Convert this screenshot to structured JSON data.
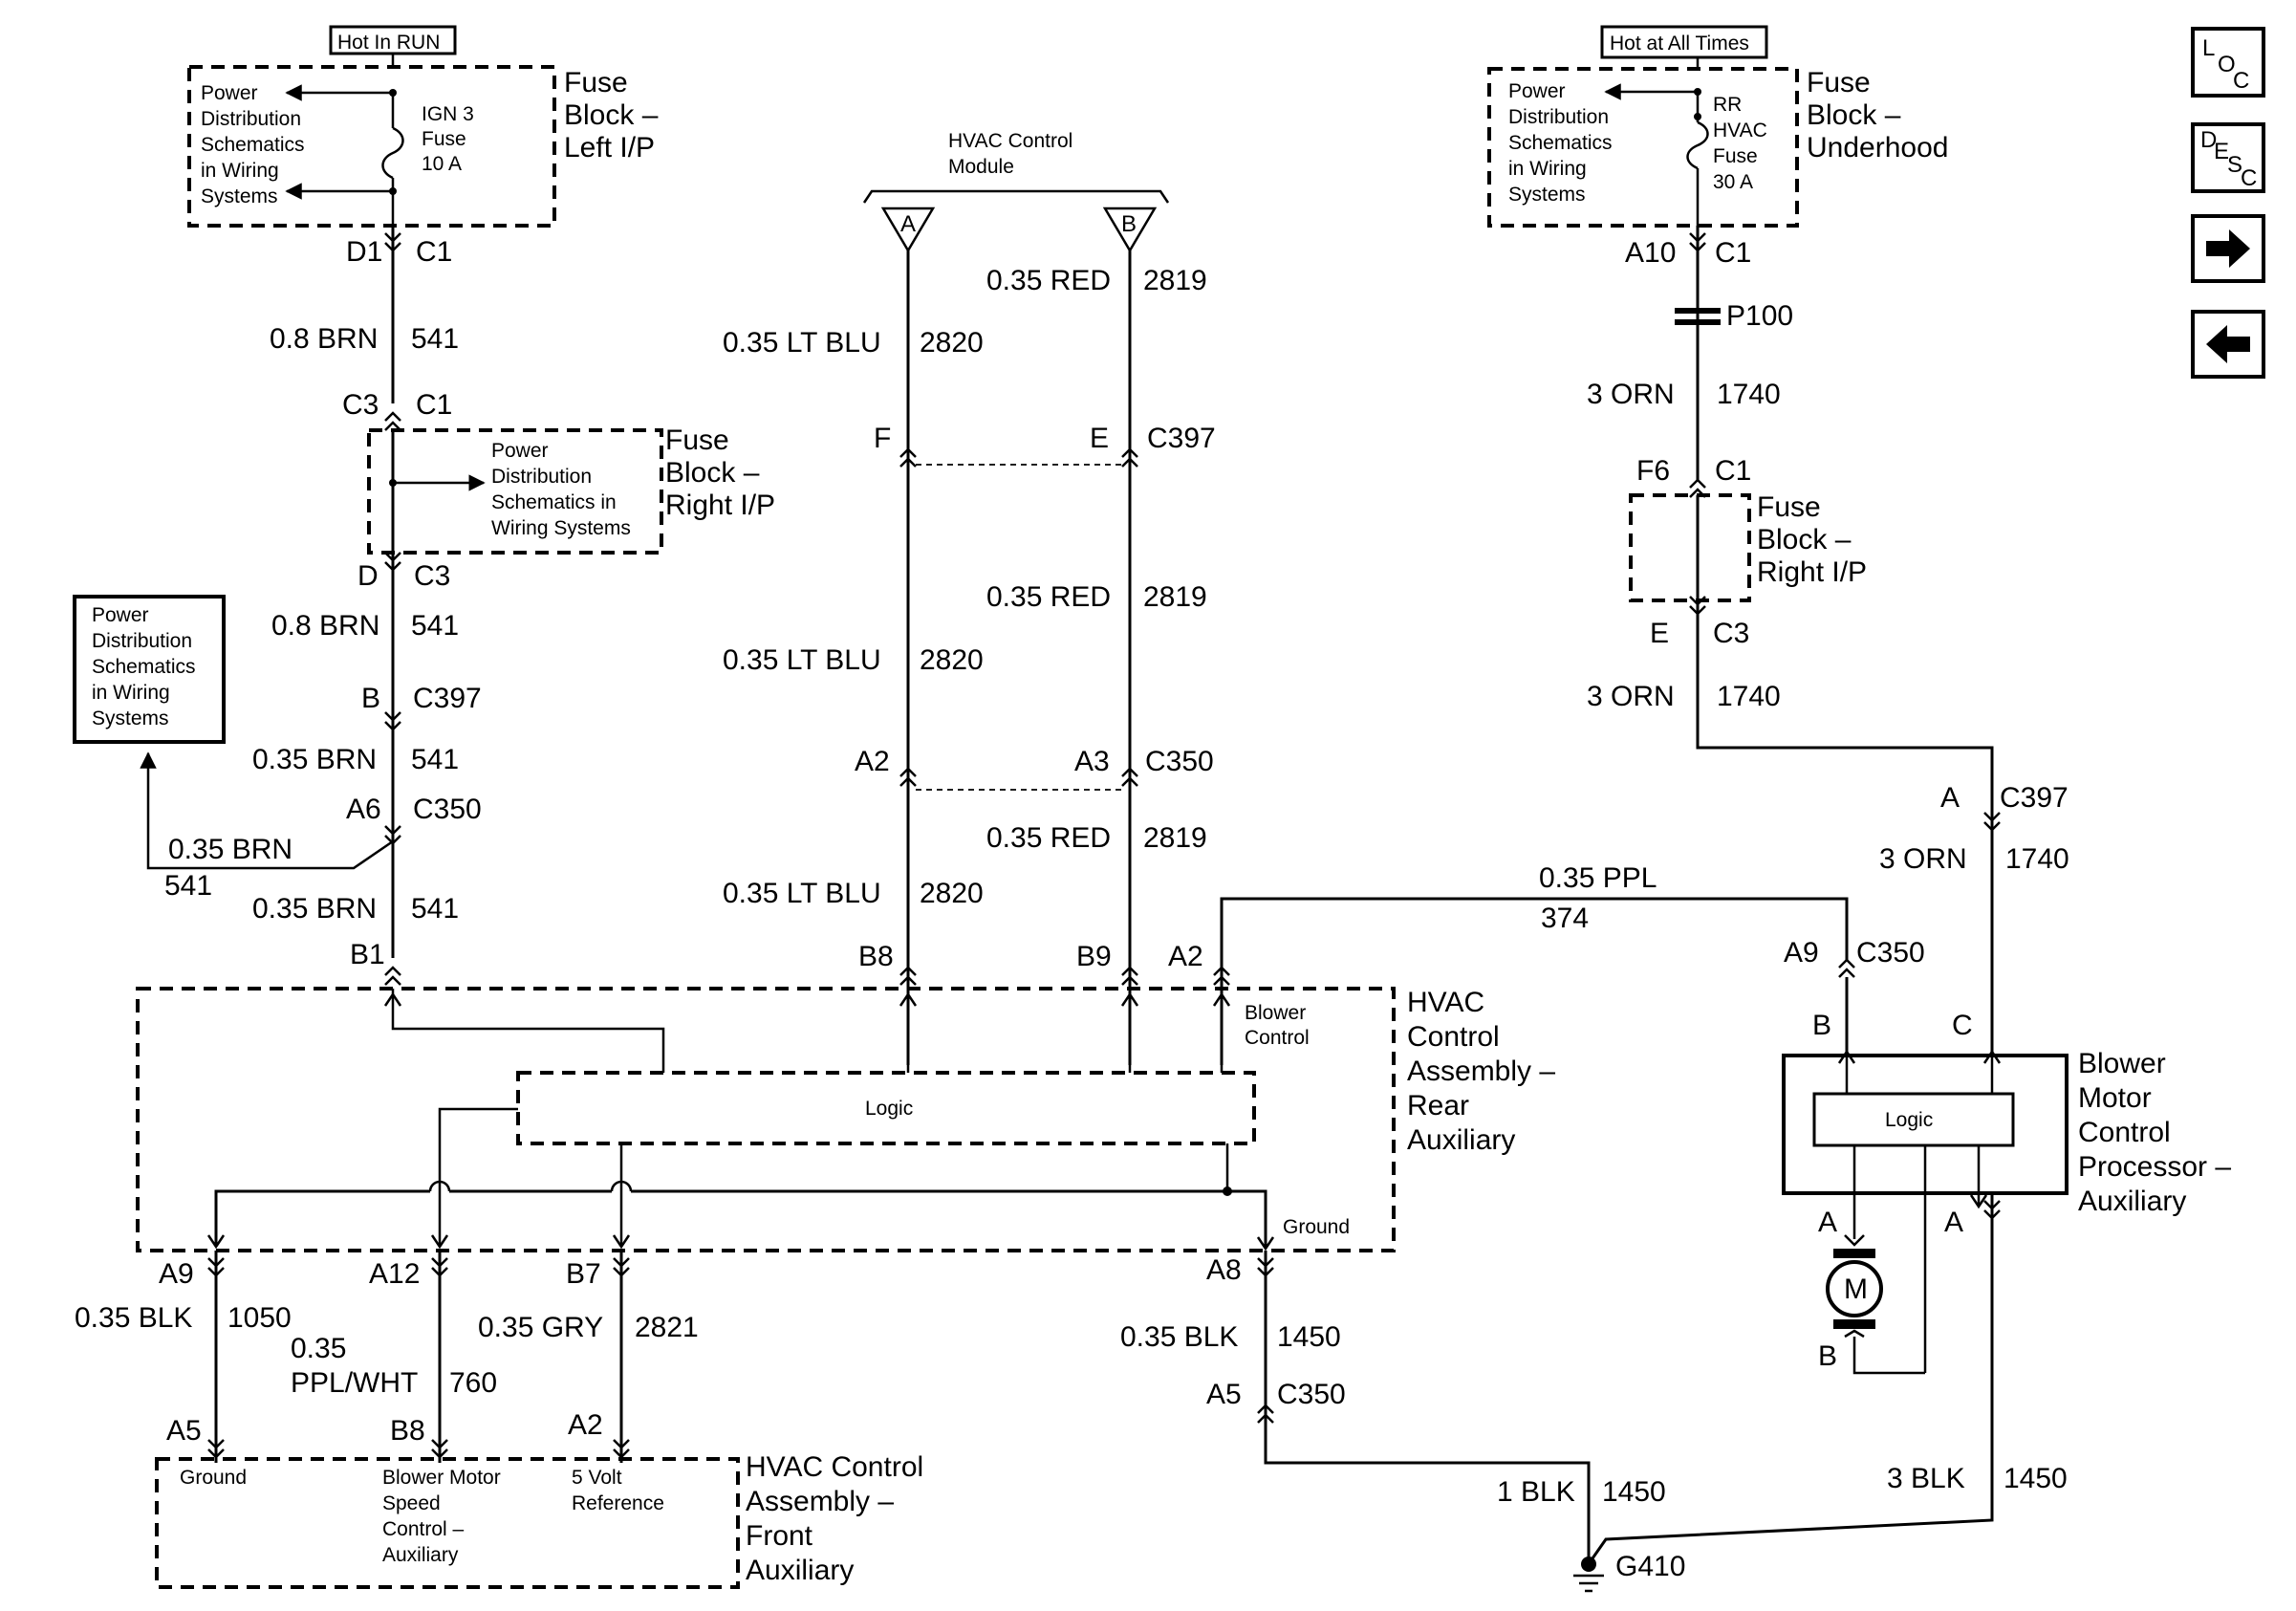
{
  "header": {
    "hot_in_run": "Hot In RUN",
    "hot_at_all_times": "Hot at All Times"
  },
  "nav": {
    "loc": [
      "L",
      "O",
      "C"
    ],
    "desc": [
      "D",
      "E",
      "S",
      "C"
    ],
    "next_icon": "right-arrow-icon",
    "prev_icon": "left-arrow-icon"
  },
  "fuse_left": {
    "pds": [
      "Power",
      "Distribution",
      "Schematics",
      "in Wiring",
      "Systems"
    ],
    "fuse": [
      "IGN 3",
      "Fuse",
      "10 A"
    ],
    "block": [
      "Fuse",
      "Block –",
      "Left I/P"
    ]
  },
  "fuse_underhood": {
    "pds": [
      "Power",
      "Distribution",
      "Schematics",
      "in Wiring",
      "Systems"
    ],
    "fuse": [
      "RR",
      "HVAC",
      "Fuse",
      "30 A"
    ],
    "block": [
      "Fuse",
      "Block –",
      "Underhood"
    ]
  },
  "fuse_right_ip_a": {
    "pds": [
      "Power",
      "Distribution",
      "Schematics in",
      "Wiring Systems"
    ],
    "block": [
      "Fuse",
      "Block –",
      "Right I/P"
    ]
  },
  "fuse_right_ip_b": {
    "block": [
      "Fuse",
      "Block –",
      "Right I/P"
    ]
  },
  "pds_standalone": [
    "Power",
    "Distribution",
    "Schematics",
    "in Wiring",
    "Systems"
  ],
  "hvac_module": {
    "title": [
      "HVAC Control",
      "Module"
    ],
    "conn_a": "A",
    "conn_b": "B"
  },
  "left_circuit": {
    "d1": "D1",
    "c1a": "C1",
    "w1": "0.8 BRN",
    "n1": "541",
    "c3": "C3",
    "c1b": "C1",
    "d": "D",
    "c3b": "C3",
    "w2": "0.8 BRN",
    "n2": "541",
    "b": "B",
    "c397": "C397",
    "w3": "0.35 BRN",
    "n3": "541",
    "a6": "A6",
    "c350": "C350",
    "branch_w": "0.35 BRN",
    "branch_n": "541",
    "w4": "0.35 BRN",
    "n4": "541",
    "b1": "B1"
  },
  "middle_circuit": {
    "red_w": "0.35 RED",
    "red_n": "2819",
    "blu_w": "0.35 LT BLU",
    "blu_n": "2820",
    "f": "F",
    "e": "E",
    "c397": "C397",
    "a2": "A2",
    "a3": "A3",
    "c350": "C350",
    "b8": "B8",
    "b9": "B9",
    "a2b": "A2"
  },
  "rear_assembly": {
    "title": [
      "HVAC",
      "Control",
      "Assembly –",
      "Rear",
      "Auxiliary"
    ],
    "logic": "Logic",
    "blower_control": [
      "Blower",
      "Control"
    ],
    "ground": "Ground"
  },
  "bottom_circuit": {
    "a9": "A9",
    "a12": "A12",
    "b7": "B7",
    "a8": "A8",
    "blk_w": "0.35 BLK",
    "blk_n": "1050",
    "ppl_w1": "0.35",
    "ppl_w2": "PPL/WHT",
    "ppl_n": "760",
    "gry_w": "0.35 GRY",
    "gry_n": "2821",
    "a5": "A5",
    "b8": "B8",
    "a2": "A2",
    "gnd_w": "0.35 BLK",
    "gnd_n": "1450",
    "a5b": "A5",
    "c350": "C350",
    "g_w": "1 BLK",
    "g_n": "1450",
    "ground_id": "G410"
  },
  "front_assembly": {
    "title": [
      "HVAC Control",
      "Assembly –",
      "Front",
      "Auxiliary"
    ],
    "ground": "Ground",
    "blower": [
      "Blower Motor",
      "Speed",
      "Control –",
      "Auxiliary"
    ],
    "ref": [
      "5 Volt",
      "Reference"
    ]
  },
  "right_circuit": {
    "a10": "A10",
    "c1": "C1",
    "p100": "P100",
    "w1": "3 ORN",
    "n1": "1740",
    "f6": "F6",
    "c1b": "C1",
    "e": "E",
    "c3": "C3",
    "w2": "3 ORN",
    "n2": "1740",
    "a": "A",
    "c397": "C397",
    "w3": "3 ORN",
    "n3": "1740",
    "ppl_w": "0.35 PPL",
    "ppl_n": "374",
    "a9": "A9",
    "c350": "C350",
    "b": "B",
    "c": "C",
    "blk_w": "3 BLK",
    "blk_n": "1450"
  },
  "blower_processor": {
    "title": [
      "Blower",
      "Motor",
      "Control",
      "Processor –",
      "Auxiliary"
    ],
    "logic": "Logic",
    "a": "A",
    "motor_a": "A",
    "motor_b": "B",
    "motor": "M"
  }
}
